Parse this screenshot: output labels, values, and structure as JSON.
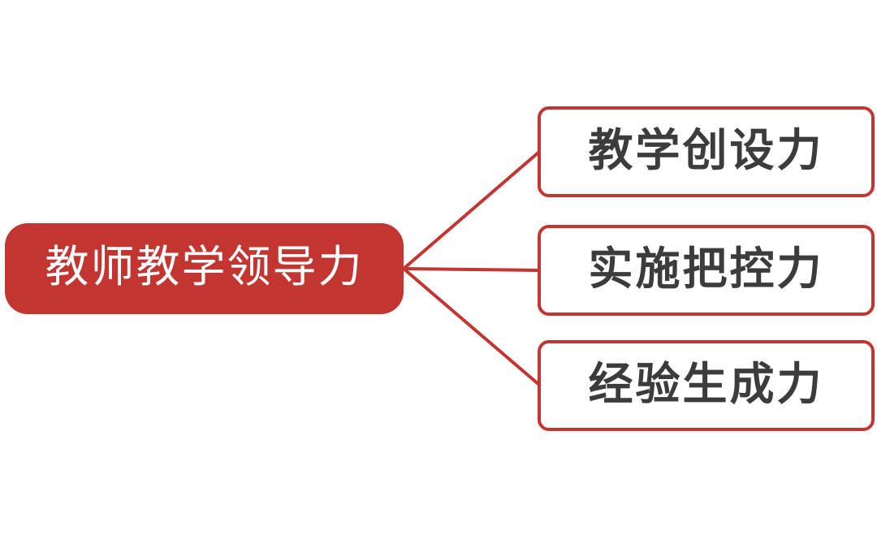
{
  "diagram": {
    "type": "mindmap",
    "root": {
      "label": "教师教学领导力"
    },
    "children": [
      {
        "label": "教学创设力"
      },
      {
        "label": "实施把控力"
      },
      {
        "label": "经验生成力"
      }
    ],
    "colors": {
      "accent_red": "#C23531",
      "root_text": "#FFFFFF",
      "child_text": "#3C3C3C",
      "background": "#FFFFFF"
    }
  }
}
